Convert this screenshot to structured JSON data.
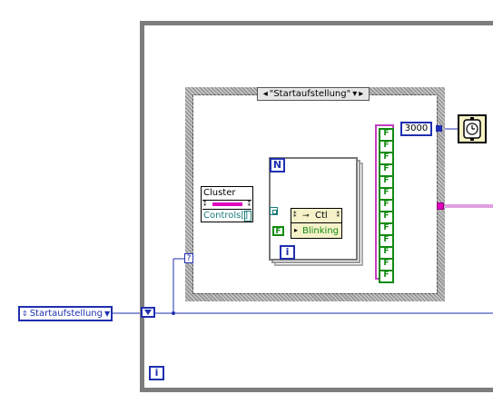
{
  "case_structure": {
    "selector_label": "\"Startaufstellung\""
  },
  "cluster_unbundle": {
    "title": "Cluster",
    "field": "Controls[]"
  },
  "property_node": {
    "class_label": "Ctl",
    "property": "Blinking"
  },
  "for_loop": {
    "count_label": "N",
    "iteration_label": "i"
  },
  "while_loop": {
    "iteration_label": "i"
  },
  "boolean_constant": {
    "label": "F"
  },
  "boolean_array": {
    "item_label": "F",
    "count": 13
  },
  "numeric_constant": {
    "value": "3000"
  },
  "enum_control": {
    "value": "Startaufstellung"
  },
  "tunnel_label": "?",
  "colors": {
    "integer_wire": "#1f2fb0",
    "boolean_wire": "#118b11",
    "cluster_wire": "#c040c0",
    "reference_wire": "#1a7a7a",
    "structure_gray": "#7d7d7d"
  }
}
